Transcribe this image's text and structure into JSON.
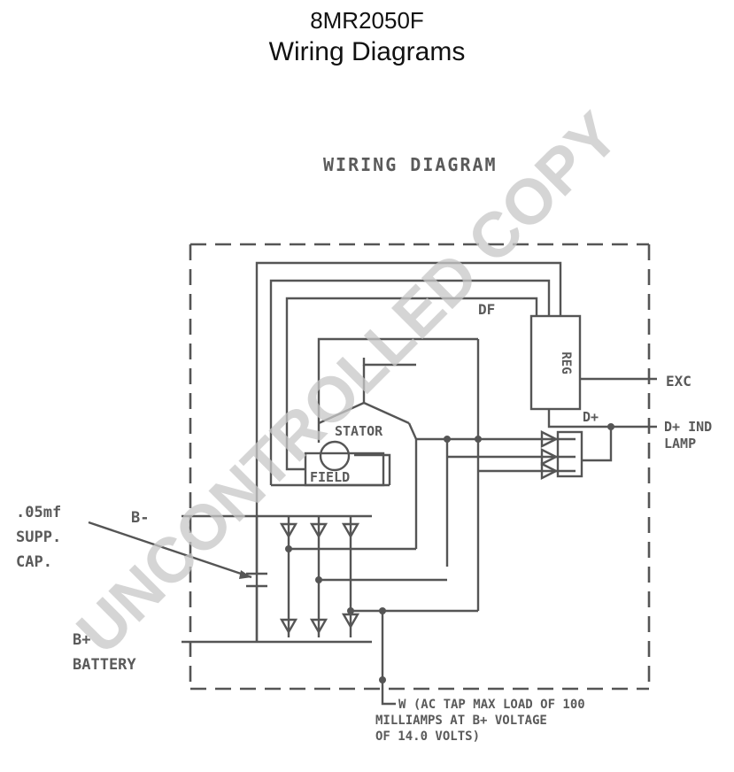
{
  "header": {
    "model": "8MR2050F",
    "subtitle": "Wiring Diagrams"
  },
  "diagram": {
    "heading": "WIRING DIAGRAM",
    "labels": {
      "df": "DF",
      "reg": "REG",
      "exc": "EXC",
      "d_plus": "D+",
      "d_plus_ind": "D+ IND",
      "lamp": "LAMP",
      "stator": "STATOR",
      "field": "FIELD",
      "b_minus": "B-",
      "cap_1": ".05mf",
      "cap_2": "SUPP.",
      "cap_3": "CAP.",
      "b_plus": "B+",
      "battery": "BATTERY",
      "w_note_1": "W (AC TAP MAX LOAD OF 100",
      "w_note_2": "MILLIAMPS AT B+ VOLTAGE",
      "w_note_3": "OF 14.0 VOLTS)"
    }
  },
  "watermark": "UNCONTROLLED COPY",
  "colors": {
    "line": "#555555",
    "watermark": "#c8c8c8"
  }
}
